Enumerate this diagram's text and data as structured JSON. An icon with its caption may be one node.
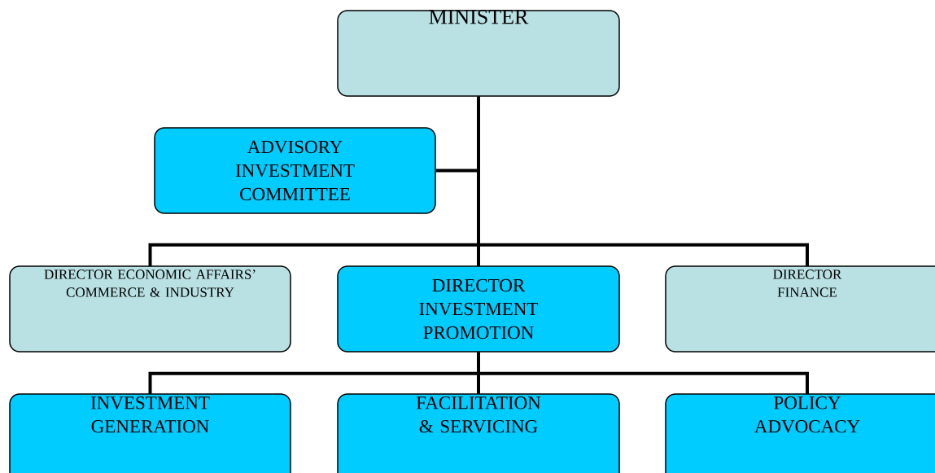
{
  "diagram": {
    "nodes": [
      {
        "text": [
          "MINISTER"
        ]
      },
      {
        "text": [
          "ADVISORY INVESTMENT COMMITTEE"
        ]
      },
      {
        "text": [
          "DIRECTOR ECONOMIC AFFAIRS’ COMMERCE & INDUSTRY"
        ]
      },
      {
        "text": [
          "DIRECTOR INVESTMENT PROMOTION"
        ]
      },
      {
        "text": [
          "DIRECTOR FINANCE"
        ]
      },
      {
        "text": [
          "INVESTMENT GENERATION"
        ]
      },
      {
        "text": [
          "FACILITATION & SERVICING"
        ]
      },
      {
        "text": [
          "POLICY ADVOCACY"
        ]
      }
    ],
    "edges": [
      {
        "from": 0,
        "to": 1,
        "arrow": "none"
      },
      {
        "from": 0,
        "to": 2,
        "arrow": "none"
      },
      {
        "from": 0,
        "to": 3,
        "arrow": "none"
      },
      {
        "from": 0,
        "to": 4,
        "arrow": "none"
      },
      {
        "from": 3,
        "to": 5,
        "arrow": "none"
      },
      {
        "from": 3,
        "to": 6,
        "arrow": "none"
      },
      {
        "from": 3,
        "to": 7,
        "arrow": "none"
      }
    ]
  }
}
